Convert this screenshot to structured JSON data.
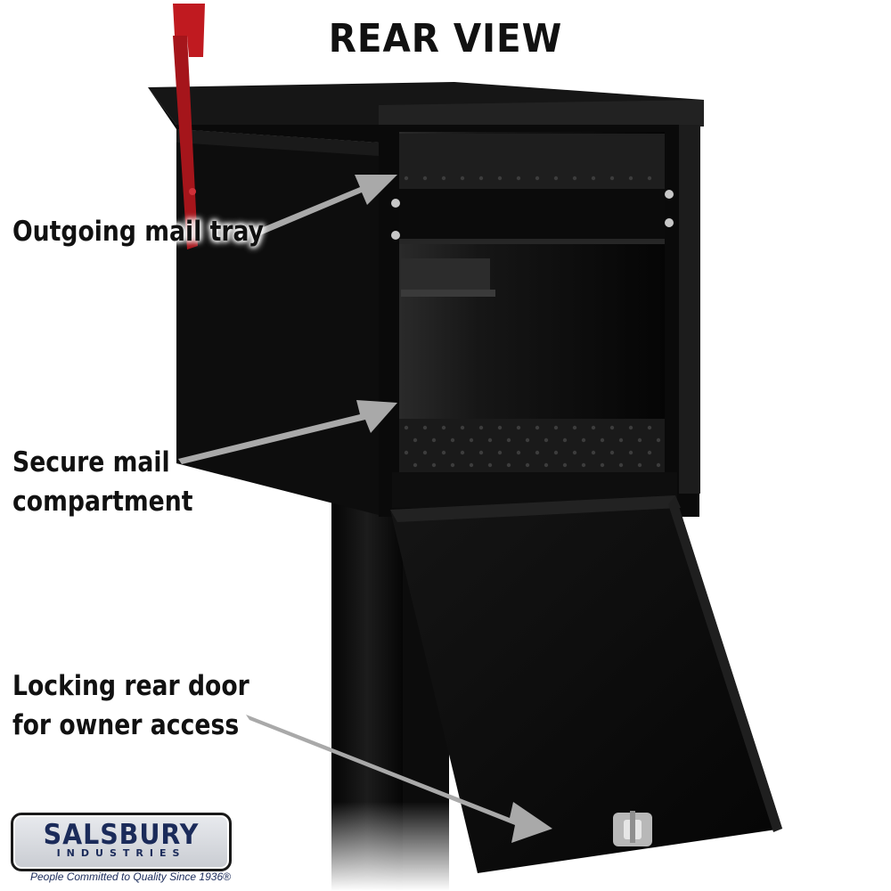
{
  "title": "REAR VIEW",
  "callouts": {
    "tray": [
      "Outgoing mail tray"
    ],
    "compartment": [
      "Secure mail",
      "compartment"
    ],
    "door": [
      "Locking rear door",
      "for owner access"
    ]
  },
  "logo": {
    "wordmark": "SALSBURY",
    "subline": "INDUSTRIES",
    "tagline": "People Committed to Quality Since 1936®"
  },
  "colors": {
    "mailbox": "#0a0a0a",
    "flag": "#c01a20",
    "arrow": "#a9a9a9",
    "logo_text": "#1b2b5a"
  }
}
